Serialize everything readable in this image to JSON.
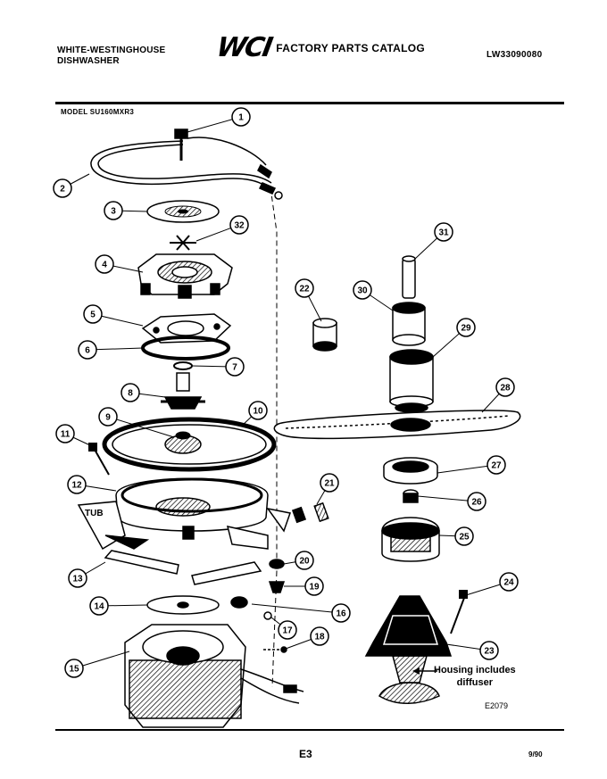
{
  "header": {
    "brand_line1": "WHITE-WESTINGHOUSE",
    "brand_line2": "DISHWASHER",
    "logo": "WCI",
    "catalog_title": "FACTORY PARTS CATALOG",
    "catalog_number": "LW33090080"
  },
  "model_label": "MODEL SU160MXR3",
  "callouts": [
    "1",
    "2",
    "3",
    "32",
    "4",
    "5",
    "6",
    "7",
    "8",
    "9",
    "10",
    "11",
    "12",
    "13",
    "14",
    "15",
    "16",
    "17",
    "18",
    "19",
    "20",
    "21",
    "22",
    "23",
    "24",
    "25",
    "26",
    "27",
    "28",
    "29",
    "30",
    "31"
  ],
  "labels": {
    "tub": "TUB",
    "housing_note_line1": "Housing includes",
    "housing_note_line2": "diffuser",
    "figure_code": "E2079"
  },
  "footer": {
    "page": "E3",
    "date": "9/90"
  }
}
